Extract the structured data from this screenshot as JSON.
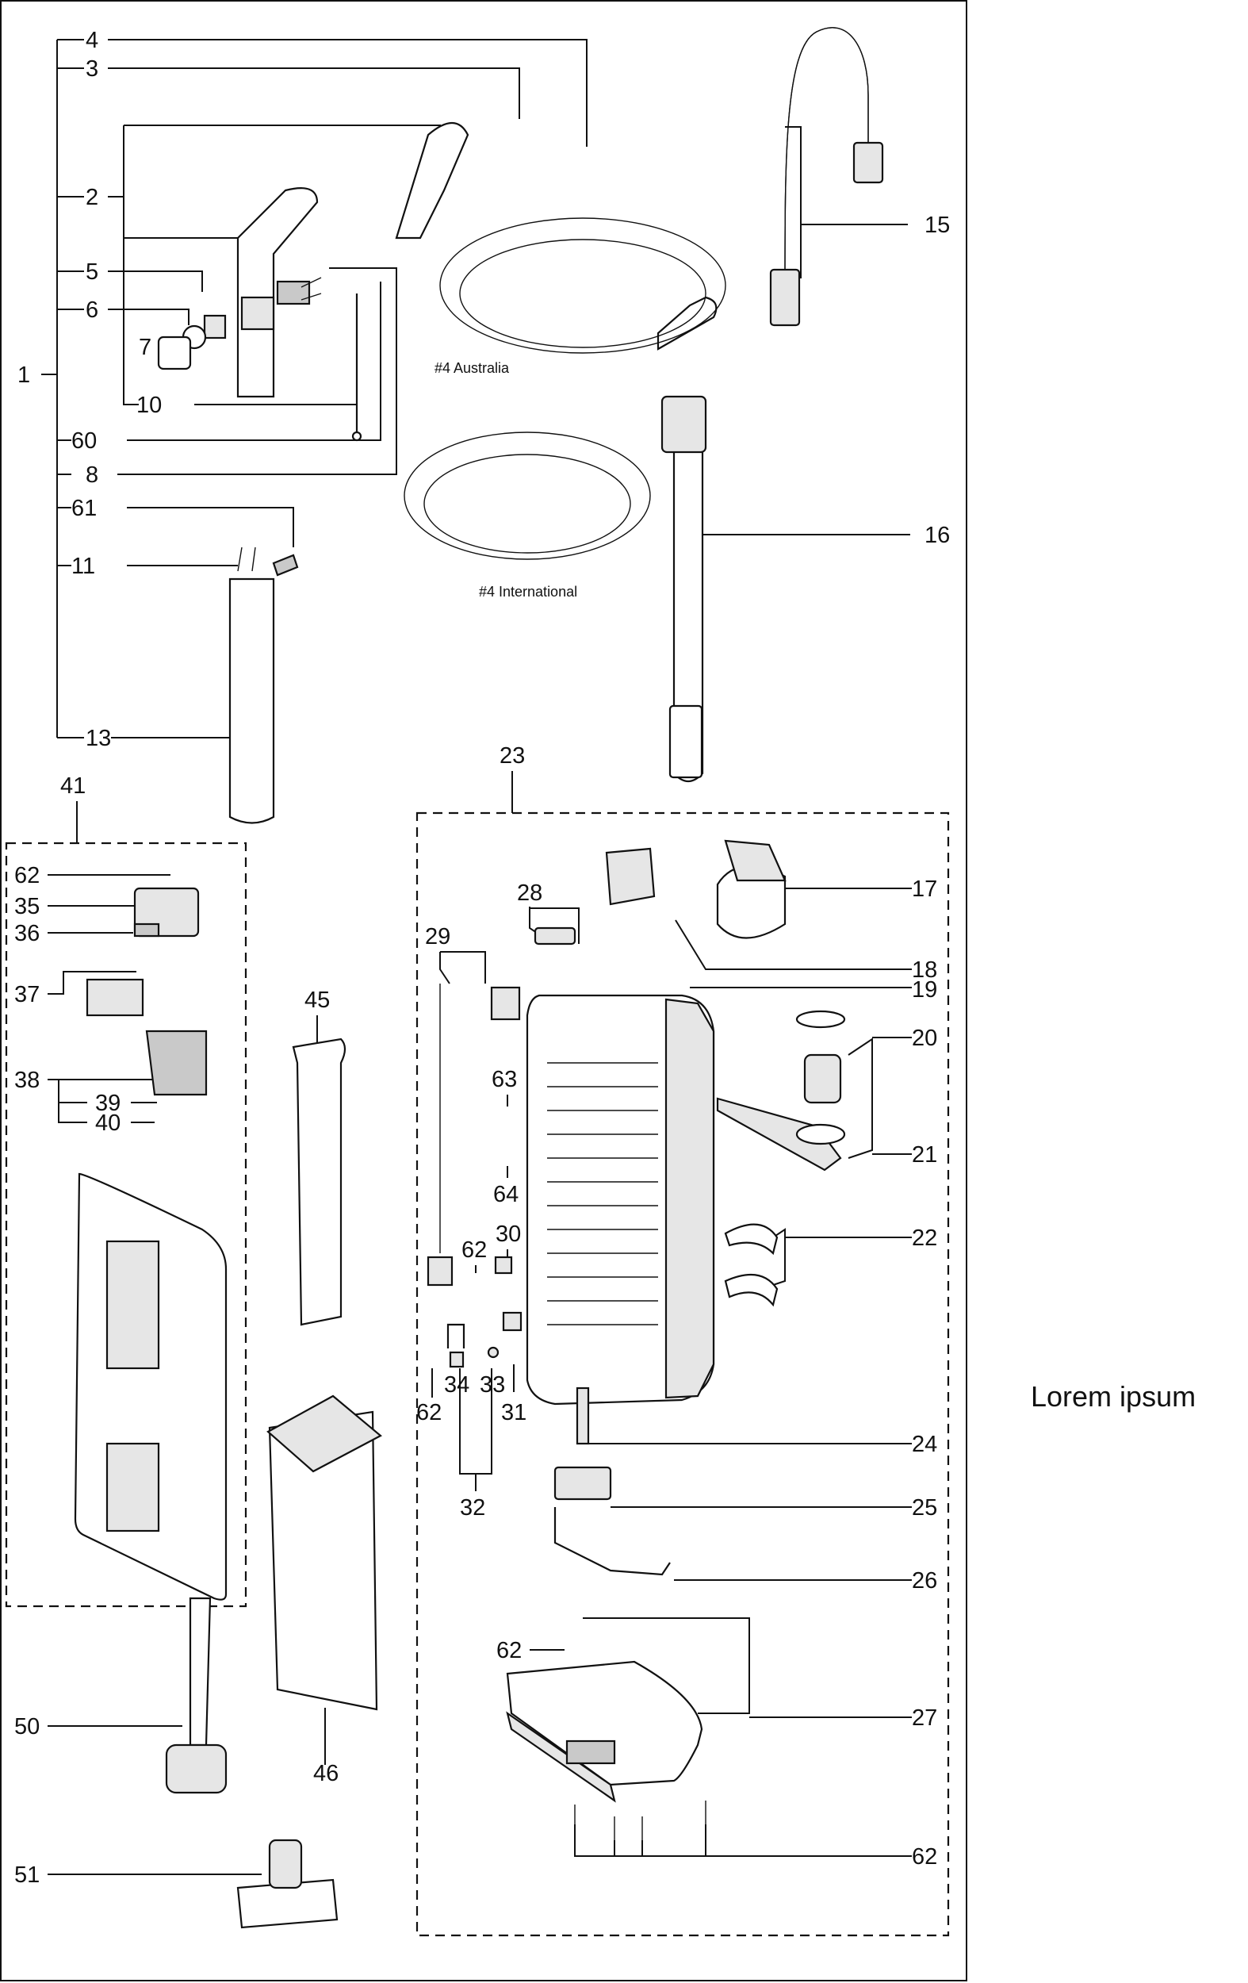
{
  "captions": {
    "australia": "#4 Australia",
    "international": "#4 International"
  },
  "side_note": "Lorem ipsum",
  "labels": [
    "1",
    "2",
    "3",
    "4",
    "5",
    "6",
    "7",
    "8",
    "10",
    "11",
    "13",
    "15",
    "16",
    "17",
    "18",
    "19",
    "20",
    "21",
    "22",
    "23",
    "24",
    "25",
    "26",
    "27",
    "28",
    "29",
    "30",
    "31",
    "32",
    "33",
    "34",
    "35",
    "36",
    "37",
    "38",
    "39",
    "40",
    "41",
    "45",
    "46",
    "50",
    "51",
    "60",
    "61",
    "62",
    "63",
    "64"
  ]
}
